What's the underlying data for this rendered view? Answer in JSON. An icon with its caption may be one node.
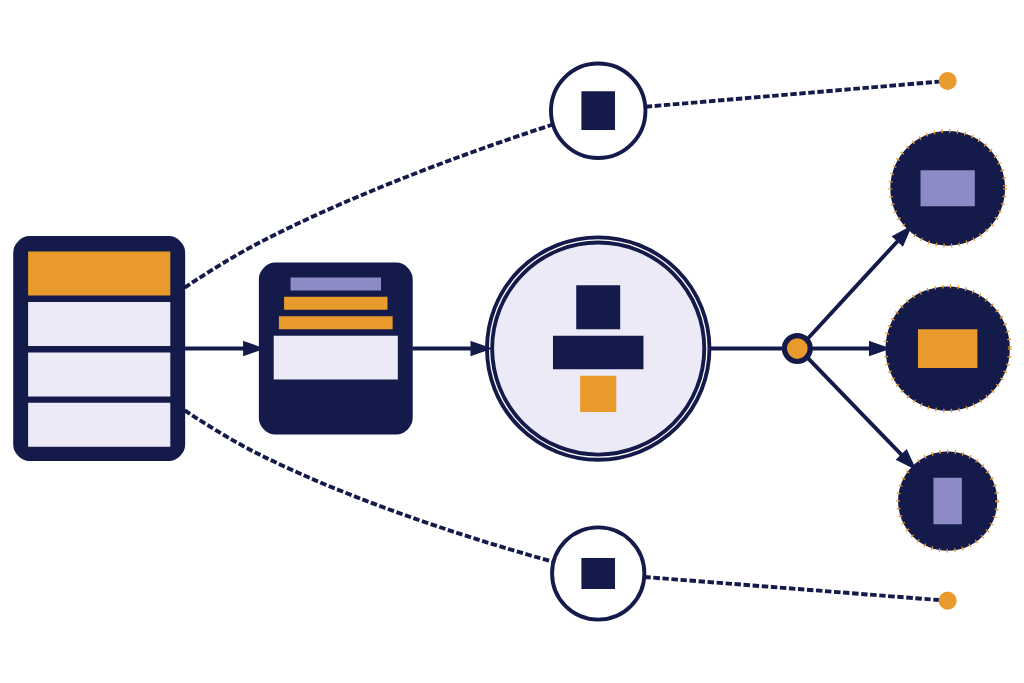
{
  "diagram": {
    "nodes": [
      {
        "text": [],
        "shape": "picture"
      },
      {
        "text": [],
        "shape": "picture"
      },
      {
        "text": [],
        "shape": "person"
      },
      {
        "text": [],
        "shape": "circle"
      },
      {
        "text": [],
        "shape": "circle"
      },
      {
        "text": [],
        "shape": "circle"
      },
      {
        "text": [],
        "shape": "circle"
      },
      {
        "text": [],
        "shape": "circle"
      },
      {
        "text": [],
        "shape": "circle"
      },
      {
        "text": [],
        "shape": "circle"
      },
      {
        "text": [],
        "shape": "circle"
      }
    ],
    "edges": [
      {
        "from": 0,
        "to": 1,
        "arrow": "to"
      },
      {
        "from": 1,
        "to": 2,
        "arrow": "to"
      },
      {
        "from": 2,
        "to": 3,
        "arrow": "none"
      },
      {
        "from": 3,
        "to": 4,
        "arrow": "to"
      },
      {
        "from": 3,
        "to": 5,
        "arrow": "to"
      },
      {
        "from": 3,
        "to": 6,
        "arrow": "to"
      },
      {
        "from": 0,
        "to": 7,
        "arrow": "none",
        "style": "dashed"
      },
      {
        "from": 7,
        "to": 9,
        "arrow": "none",
        "style": "dashed"
      },
      {
        "from": 0,
        "to": 8,
        "arrow": "none",
        "style": "dashed"
      },
      {
        "from": 8,
        "to": 10,
        "arrow": "none",
        "style": "dashed"
      }
    ]
  }
}
